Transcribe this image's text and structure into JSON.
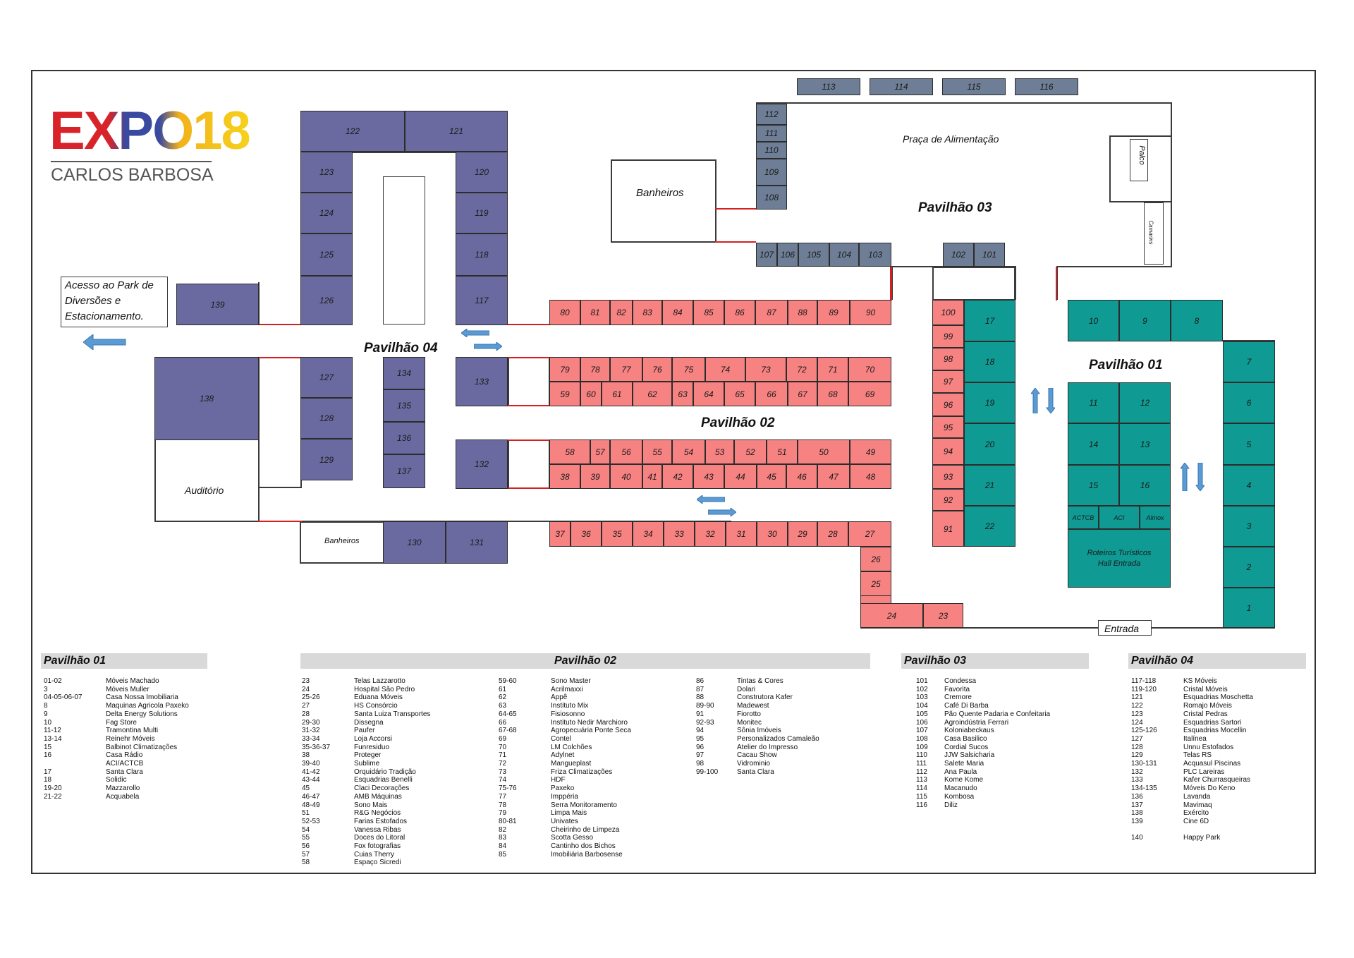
{
  "logo": {
    "text": "EXPO18",
    "subtitle": "CARLOS BARBOSA"
  },
  "labels": {
    "banheiros_top": "Banheiros",
    "praca": "Praça de Alimentação",
    "palco": "Palco",
    "camarins": "Camarins",
    "acesso": [
      "Acesso ao Park de",
      "Diversões e",
      "Estacionamento."
    ],
    "auditorio": "Auditório",
    "banheiros_bottom": "Banheiros",
    "entrada": "Entrada",
    "roteiros": [
      "Roteiros Turísticos",
      "Hall Entrada"
    ]
  },
  "pavilions": {
    "p01": "Pavilhão 01",
    "p02": "Pavilhão 02",
    "p03": "Pavilhão 03",
    "p04": "Pavilhão 04"
  },
  "colors": {
    "p01": "#0f9a93",
    "p02": "#f68282",
    "p03": "#6e7e96",
    "p04": "#6b6aa0",
    "door": "#d42020",
    "arrow": "#5b9bd5"
  },
  "legend": {
    "p01": [
      [
        "01-02",
        "Móveis Machado"
      ],
      [
        "3",
        "Móveis Muller"
      ],
      [
        "04-05-06-07",
        "Casa Nossa Imobiliaria"
      ],
      [
        "8",
        "Maquinas Agricola Paxeko"
      ],
      [
        "9",
        "Delta Energy Solutions"
      ],
      [
        "10",
        "Fag Store"
      ],
      [
        "11-12",
        "Tramontina Multi"
      ],
      [
        "13-14",
        "Reinehr Móveis"
      ],
      [
        "15",
        "Balbinot Climatizações"
      ],
      [
        "16",
        "Casa Rádio"
      ],
      [
        "",
        "ACI/ACTCB"
      ],
      [
        "17",
        "Santa Clara"
      ],
      [
        "18",
        "Solidic"
      ],
      [
        "19-20",
        "Mazzarollo"
      ],
      [
        "21-22",
        "Acquabela"
      ]
    ],
    "p02a": [
      [
        "23",
        "Telas Lazzarotto"
      ],
      [
        "24",
        "Hospital São Pedro"
      ],
      [
        "25-26",
        "Eduana Móveis"
      ],
      [
        "27",
        "HS Consórcio"
      ],
      [
        "28",
        "Santa Luiza Transportes"
      ],
      [
        "29-30",
        "Dissegna"
      ],
      [
        "31-32",
        "Paufer"
      ],
      [
        "33-34",
        "Loja Accorsi"
      ],
      [
        "35-36-37",
        "Funresiduo"
      ],
      [
        "38",
        "Proteger"
      ],
      [
        "39-40",
        "Sublime"
      ],
      [
        "41-42",
        "Orquidário Tradição"
      ],
      [
        "43-44",
        "Esquadrias Benelli"
      ],
      [
        "45",
        "Claci Decorações"
      ],
      [
        "46-47",
        "AMB Máquinas"
      ],
      [
        "48-49",
        "Sono Mais"
      ],
      [
        "51",
        "R&G Negócios"
      ],
      [
        "52-53",
        "Farias Estofados"
      ],
      [
        "54",
        "Vanessa Ribas"
      ],
      [
        "55",
        "Doces do Litoral"
      ],
      [
        "56",
        "Fox fotografias"
      ],
      [
        "57",
        "Cuias Therry"
      ],
      [
        "58",
        "Espaço Sicredi"
      ]
    ],
    "p02b": [
      [
        "59-60",
        "Sono Master"
      ],
      [
        "61",
        "Acrilmaxxi"
      ],
      [
        "62",
        "Appê"
      ],
      [
        "63",
        "Instituto Mix"
      ],
      [
        "64-65",
        "Fisiosonno"
      ],
      [
        "66",
        "Instituto Nedir Marchioro"
      ],
      [
        "67-68",
        "Agropecuária Ponte Seca"
      ],
      [
        "69",
        "Contel"
      ],
      [
        "70",
        "LM Colchões"
      ],
      [
        "71",
        "Adylnet"
      ],
      [
        "72",
        "Mangueplast"
      ],
      [
        "73",
        "Friza Climatizações"
      ],
      [
        "74",
        "HDF"
      ],
      [
        "75-76",
        "Paxeko"
      ],
      [
        "77",
        "Imppéria"
      ],
      [
        "78",
        "Serra Monitoramento"
      ],
      [
        "79",
        "Limpa Mais"
      ],
      [
        "80-81",
        "Univates"
      ],
      [
        "82",
        "Cheirinho de Limpeza"
      ],
      [
        "83",
        "Scotta Gesso"
      ],
      [
        "84",
        "Cantinho dos Bichos"
      ],
      [
        "85",
        "Imobiliária Barbosense"
      ]
    ],
    "p02c": [
      [
        "86",
        "Tintas & Cores"
      ],
      [
        "87",
        "Dolari"
      ],
      [
        "88",
        "Construtora Kafer"
      ],
      [
        "89-90",
        "Madewest"
      ],
      [
        "91",
        "Fiorotto"
      ],
      [
        "92-93",
        "Monitec"
      ],
      [
        "94",
        "Sônia Imóveis"
      ],
      [
        "95",
        "Personalizados Camaleão"
      ],
      [
        "96",
        "Atelier do Impresso"
      ],
      [
        "97",
        "Cacau Show"
      ],
      [
        "98",
        "Vidrominio"
      ],
      [
        "99-100",
        "Santa Clara"
      ]
    ],
    "p03": [
      [
        "101",
        "Condessa"
      ],
      [
        "102",
        "Favorita"
      ],
      [
        "103",
        "Cremore"
      ],
      [
        "104",
        "Café Di Barba"
      ],
      [
        "105",
        "Pão Quente Padaria e Confeitaria"
      ],
      [
        "106",
        "Agroindústria Ferrari"
      ],
      [
        "107",
        "Koloniabeckaus"
      ],
      [
        "108",
        "Casa Basilico"
      ],
      [
        "109",
        "Cordial Sucos"
      ],
      [
        "110",
        "JJW Salsicharia"
      ],
      [
        "111",
        "Salete Maria"
      ],
      [
        "112",
        "Ana Paula"
      ],
      [
        "113",
        "Kome Kome"
      ],
      [
        "114",
        "Macanudo"
      ],
      [
        "115",
        "Kombosa"
      ],
      [
        "116",
        "Diliz"
      ]
    ],
    "p04": [
      [
        "117-118",
        "KS Móveis"
      ],
      [
        "119-120",
        "Cristal Móveis"
      ],
      [
        "121",
        "Esquadrias Moschetta"
      ],
      [
        "122",
        "Romajo Móveis"
      ],
      [
        "123",
        "Cristal Pedras"
      ],
      [
        "124",
        "Esquadrias Sartori"
      ],
      [
        "125-126",
        "Esquadrias Mocellin"
      ],
      [
        "127",
        "Italínea"
      ],
      [
        "128",
        "Unnu Estofados"
      ],
      [
        "129",
        "Telas RS"
      ],
      [
        "130-131",
        "Acquasul Piscinas"
      ],
      [
        "132",
        "PLC Lareiras"
      ],
      [
        "133",
        "Kafer Churrasqueiras"
      ],
      [
        "134-135",
        "Móveis Do Keno"
      ],
      [
        "136",
        "Lavanda"
      ],
      [
        "137",
        "Mavimaq"
      ],
      [
        "138",
        "Exército"
      ],
      [
        "139",
        "Cine 6D"
      ],
      [
        "",
        ""
      ],
      [
        "140",
        "Happy Park"
      ]
    ]
  },
  "booths": {
    "b1": "1",
    "b2": "2",
    "b3": "3",
    "b4": "4",
    "b5": "5",
    "b6": "6",
    "b7": "7",
    "b8": "8",
    "b9": "9",
    "b10": "10",
    "b11": "11",
    "b12": "12",
    "b13": "13",
    "b14": "14",
    "b15": "15",
    "b16": "16",
    "b17": "17",
    "b18": "18",
    "b19": "19",
    "b20": "20",
    "b21": "21",
    "b22": "22",
    "b23": "23",
    "b24": "24",
    "b25": "25",
    "b26": "26",
    "b27": "27",
    "b28": "28",
    "b29": "29",
    "b30": "30",
    "b31": "31",
    "b32": "32",
    "b33": "33",
    "b34": "34",
    "b35": "35",
    "b36": "36",
    "b37": "37",
    "b38": "38",
    "b39": "39",
    "b40": "40",
    "b41": "41",
    "b42": "42",
    "b43": "43",
    "b44": "44",
    "b45": "45",
    "b46": "46",
    "b47": "47",
    "b48": "48",
    "b49": "49",
    "b50": "50",
    "b51": "51",
    "b52": "52",
    "b53": "53",
    "b54": "54",
    "b55": "55",
    "b56": "56",
    "b57": "57",
    "b58": "58",
    "b59": "59",
    "b60": "60",
    "b61": "61",
    "b62": "62",
    "b63": "63",
    "b64": "64",
    "b65": "65",
    "b66": "66",
    "b67": "67",
    "b68": "68",
    "b69": "69",
    "b70": "70",
    "b71": "71",
    "b72": "72",
    "b73": "73",
    "b74": "74",
    "b75": "75",
    "b76": "76",
    "b77": "77",
    "b78": "78",
    "b79": "79",
    "b80": "80",
    "b81": "81",
    "b82": "82",
    "b83": "83",
    "b84": "84",
    "b85": "85",
    "b86": "86",
    "b87": "87",
    "b88": "88",
    "b89": "89",
    "b90": "90",
    "b91": "91",
    "b92": "92",
    "b93": "93",
    "b94": "94",
    "b95": "95",
    "b96": "96",
    "b97": "97",
    "b98": "98",
    "b99": "99",
    "b100": "100",
    "b101": "101",
    "b102": "102",
    "b103": "103",
    "b104": "104",
    "b105": "105",
    "b106": "106",
    "b107": "107",
    "b108": "108",
    "b109": "109",
    "b110": "110",
    "b111": "111",
    "b112": "112",
    "b113": "113",
    "b114": "114",
    "b115": "115",
    "b116": "116",
    "b117": "117",
    "b118": "118",
    "b119": "119",
    "b120": "120",
    "b121": "121",
    "b122": "122",
    "b123": "123",
    "b124": "124",
    "b125": "125",
    "b126": "126",
    "b127": "127",
    "b128": "128",
    "b129": "129",
    "b130": "130",
    "b131": "131",
    "b132": "132",
    "b133": "133",
    "b134": "134",
    "b135": "135",
    "b136": "136",
    "b137": "137",
    "b138": "138",
    "b139": "139",
    "actcb": "ACTCB",
    "aci": "ACI",
    "almox": "Almox"
  }
}
